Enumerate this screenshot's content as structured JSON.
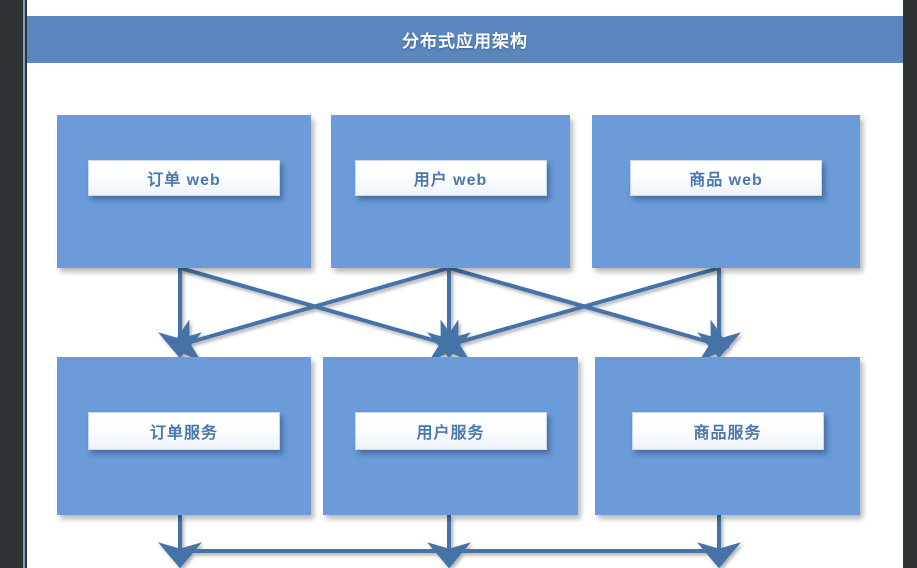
{
  "document": {
    "title": "分布式应用架构",
    "title_bar_color": "#5b86be",
    "page_background": "#ffffff",
    "frame_rule_color": "#7ba0d0",
    "outer_background": "#2f3336"
  },
  "diagram": {
    "type": "layered-architecture",
    "node_fill_color": "#6b9bd9",
    "node_label_text_color": "#4a77ad",
    "connector_color": "#4572a7",
    "layers": [
      {
        "name": "web-layer",
        "nodes": [
          {
            "id": "order-web",
            "label": "订单 web"
          },
          {
            "id": "user-web",
            "label": "用户 web"
          },
          {
            "id": "product-web",
            "label": "商品 web"
          }
        ]
      },
      {
        "name": "service-layer",
        "nodes": [
          {
            "id": "order-service",
            "label": "订单服务"
          },
          {
            "id": "user-service",
            "label": "用户服务"
          },
          {
            "id": "product-service",
            "label": "商品服务"
          }
        ]
      }
    ],
    "connections": [
      {
        "from": "order-web",
        "to": "order-service",
        "style": "vertical"
      },
      {
        "from": "order-web",
        "to": "user-service",
        "style": "diagonal"
      },
      {
        "from": "user-web",
        "to": "order-service",
        "style": "diagonal"
      },
      {
        "from": "user-web",
        "to": "user-service",
        "style": "vertical"
      },
      {
        "from": "user-web",
        "to": "product-service",
        "style": "diagonal"
      },
      {
        "from": "product-web",
        "to": "user-service",
        "style": "diagonal"
      },
      {
        "from": "product-web",
        "to": "product-service",
        "style": "vertical"
      },
      {
        "from": "service-bus",
        "to": "order-service",
        "style": "bus-up"
      },
      {
        "from": "service-bus",
        "to": "user-service",
        "style": "bus-up"
      },
      {
        "from": "service-bus",
        "to": "product-service",
        "style": "bus-up"
      }
    ]
  }
}
